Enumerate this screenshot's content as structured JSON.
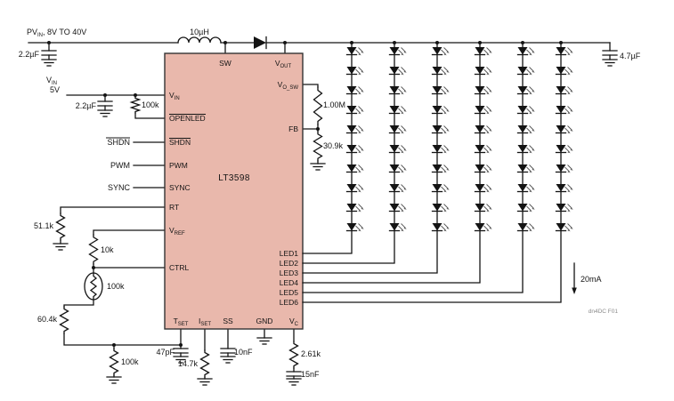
{
  "colors": {
    "ic_fill": "#e9b8ac",
    "wire": "#141414"
  },
  "header": {
    "pvin_pre": "PV",
    "pvin_sub": "IN",
    "pvin_post": ", 8V TO 40V"
  },
  "sources": {
    "vin_pre": "V",
    "vin_sub": "IN",
    "vin_voltage": "5V",
    "shdn": "SHDN",
    "pwm": "PWM",
    "sync": "SYNC"
  },
  "ic": {
    "part": "LT3598",
    "pins": {
      "vin_pre": "V",
      "vin_sub": "IN",
      "openled": "OPENLED",
      "shdn": "SHDN",
      "pwm": "PWM",
      "sync": "SYNC",
      "rt": "RT",
      "vref_pre": "V",
      "vref_sub": "REF",
      "ctrl": "CTRL",
      "tset_pre": "T",
      "tset_sub": "SET",
      "iset_pre": "I",
      "iset_sub": "SET",
      "ss": "SS",
      "gnd": "GND",
      "vc_pre": "V",
      "vc_sub": "C",
      "sw": "SW",
      "vout_pre": "V",
      "vout_sub": "OUT",
      "vosw_pre": "V",
      "vosw_sub": "O_SW",
      "fb": "FB",
      "led1": "LED1",
      "led2": "LED2",
      "led3": "LED3",
      "led4": "LED4",
      "led5": "LED5",
      "led6": "LED6"
    }
  },
  "components": {
    "cin_bulk": "2.2µF",
    "inductor": "10µH",
    "cin_5v": "2.2µF",
    "r_openled_pullup": "100k",
    "r_rt": "51.1k",
    "r_ctrl": "10k",
    "ntc": "100k",
    "r_divider": "60.4k",
    "r_tset": "100k",
    "c_tset": "47pF",
    "r_iset": "14.7k",
    "c_ss": "10nF",
    "r_vc": "2.61k",
    "c_vc": "15nF",
    "r_fb_top": "1.00M",
    "r_fb_bottom": "30.9k",
    "c_out": "4.7µF"
  },
  "led_array": {
    "strings": 6,
    "leds_per_string": 10,
    "current": "20mA"
  },
  "note": "dn4DC F01"
}
